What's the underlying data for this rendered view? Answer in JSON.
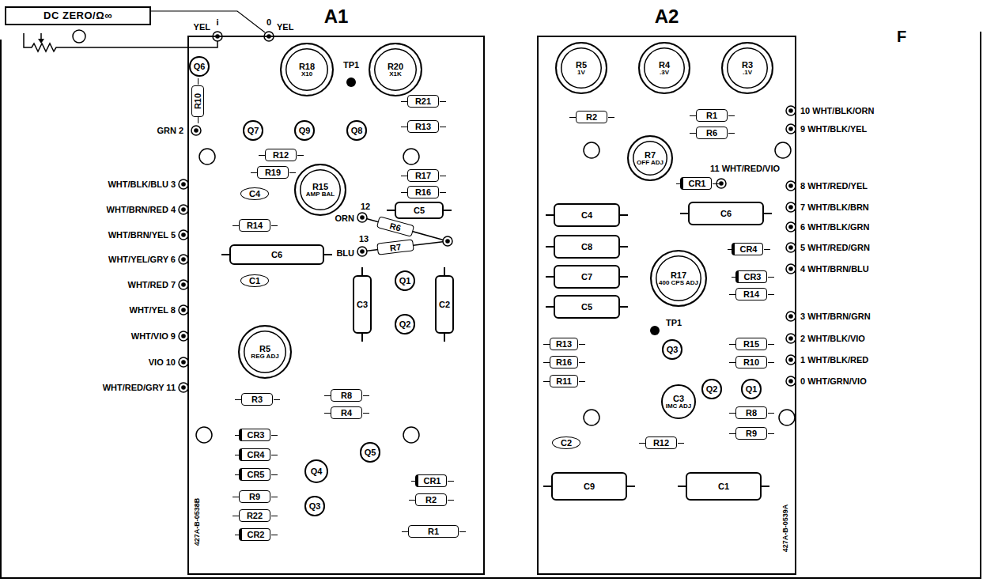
{
  "diagram": {
    "nodes": [
      {
        "text": [
          "DC ZERO/Ω∞"
        ]
      },
      {
        "text": [
          "A1"
        ]
      },
      {
        "text": [
          "Q6"
        ],
        "in": 1
      },
      {
        "text": [
          "R10"
        ],
        "in": 1
      },
      {
        "text": [
          "R18",
          "X10"
        ],
        "in": 1
      },
      {
        "text": [
          "R20",
          "X1K"
        ],
        "in": 1
      },
      {
        "text": [
          "Q7"
        ],
        "in": 1
      },
      {
        "text": [
          "Q9"
        ],
        "in": 1
      },
      {
        "text": [
          "Q8"
        ],
        "in": 1
      },
      {
        "text": [
          "R21"
        ],
        "in": 1
      },
      {
        "text": [
          "R13"
        ],
        "in": 1
      },
      {
        "text": [
          "R12"
        ],
        "in": 1
      },
      {
        "text": [
          "R19"
        ],
        "in": 1
      },
      {
        "text": [
          "C4"
        ],
        "in": 1
      },
      {
        "text": [
          "R15",
          "AMP BAL"
        ],
        "in": 1
      },
      {
        "text": [
          "R17"
        ],
        "in": 1
      },
      {
        "text": [
          "R16"
        ],
        "in": 1
      },
      {
        "text": [
          "C5"
        ],
        "in": 1
      },
      {
        "text": [
          "R14"
        ],
        "in": 1
      },
      {
        "text": [
          "C6"
        ],
        "in": 1
      },
      {
        "text": [
          "R6"
        ],
        "in": 1
      },
      {
        "text": [
          "R7"
        ],
        "in": 1
      },
      {
        "text": [
          "C1"
        ],
        "in": 1
      },
      {
        "text": [
          "C3"
        ],
        "in": 1
      },
      {
        "text": [
          "Q1"
        ],
        "in": 1
      },
      {
        "text": [
          "C2"
        ],
        "in": 1
      },
      {
        "text": [
          "R5",
          "REG ADJ"
        ],
        "in": 1
      },
      {
        "text": [
          "Q2"
        ],
        "in": 1
      },
      {
        "text": [
          "R3"
        ],
        "in": 1
      },
      {
        "text": [
          "R8"
        ],
        "in": 1
      },
      {
        "text": [
          "R4"
        ],
        "in": 1
      },
      {
        "text": [
          "CR3"
        ],
        "in": 1
      },
      {
        "text": [
          "CR4"
        ],
        "in": 1
      },
      {
        "text": [
          "CR5"
        ],
        "in": 1
      },
      {
        "text": [
          "Q4"
        ],
        "in": 1
      },
      {
        "text": [
          "Q5"
        ],
        "in": 1
      },
      {
        "text": [
          "CR1"
        ],
        "in": 1
      },
      {
        "text": [
          "R9"
        ],
        "in": 1
      },
      {
        "text": [
          "R2"
        ],
        "in": 1
      },
      {
        "text": [
          "Q3"
        ],
        "in": 1
      },
      {
        "text": [
          "R22"
        ],
        "in": 1
      },
      {
        "text": [
          "CR2"
        ],
        "in": 1
      },
      {
        "text": [
          "R1"
        ],
        "in": 1
      },
      {
        "text": [
          "A2"
        ]
      },
      {
        "text": [
          "R5",
          "1V"
        ],
        "in": 43
      },
      {
        "text": [
          "R4",
          ".3V"
        ],
        "in": 43
      },
      {
        "text": [
          "R3",
          ".1V"
        ],
        "in": 43
      },
      {
        "text": [
          "R2"
        ],
        "in": 43
      },
      {
        "text": [
          "R1"
        ],
        "in": 43
      },
      {
        "text": [
          "R6"
        ],
        "in": 43
      },
      {
        "text": [
          "R7",
          "OFF ADJ"
        ],
        "in": 43
      },
      {
        "text": [
          "CR1"
        ],
        "in": 43
      },
      {
        "text": [
          "C4"
        ],
        "in": 43
      },
      {
        "text": [
          "C6"
        ],
        "in": 43
      },
      {
        "text": [
          "CR4"
        ],
        "in": 43
      },
      {
        "text": [
          "C8"
        ],
        "in": 43
      },
      {
        "text": [
          "CR3"
        ],
        "in": 43
      },
      {
        "text": [
          "C7"
        ],
        "in": 43
      },
      {
        "text": [
          "R17",
          "400 CPS ADJ"
        ],
        "in": 43
      },
      {
        "text": [
          "R14"
        ],
        "in": 43
      },
      {
        "text": [
          "C5"
        ],
        "in": 43
      },
      {
        "text": [
          "Q3"
        ],
        "in": 43
      },
      {
        "text": [
          "R13"
        ],
        "in": 43
      },
      {
        "text": [
          "R15"
        ],
        "in": 43
      },
      {
        "text": [
          "R16"
        ],
        "in": 43
      },
      {
        "text": [
          "R10"
        ],
        "in": 43
      },
      {
        "text": [
          "R11"
        ],
        "in": 43
      },
      {
        "text": [
          "C3",
          "IMC ADJ"
        ],
        "in": 43
      },
      {
        "text": [
          "Q2"
        ],
        "in": 43
      },
      {
        "text": [
          "Q1"
        ],
        "in": 43
      },
      {
        "text": [
          "R8"
        ],
        "in": 43
      },
      {
        "text": [
          "C2"
        ],
        "in": 43
      },
      {
        "text": [
          "R12"
        ],
        "in": 43
      },
      {
        "text": [
          "R9"
        ],
        "in": 43
      },
      {
        "text": [
          "C9"
        ],
        "in": 43
      },
      {
        "text": [
          "C1"
        ],
        "in": 43
      }
    ],
    "labels": [
      "i",
      "YEL",
      "0",
      "YEL",
      "TP1",
      "GRN 2",
      "WHT/BLK/BLU 3",
      "WHT/BRN/RED 4",
      "WHT/BRN/YEL 5",
      "WHT/YEL/GRY 6",
      "WHT/RED 7",
      "WHT/YEL 8",
      "WHT/VIO 9",
      "VIO 10",
      "WHT/RED/GRY 11",
      "12",
      "ORN",
      "13",
      "BLU",
      "427A-B-0538B",
      "F",
      "10 WHT/BLK/ORN",
      "9 WHT/BLK/YEL",
      "11 WHT/RED/VIO",
      "8 WHT/RED/YEL",
      "7 WHT/BLK/BRN",
      "6 WHT/BLK/GRN",
      "5 WHT/RED/GRN",
      "4 WHT/BRN/BLU",
      "3 WHT/BRN/GRN",
      "2 WHT/BLK/VIO",
      "1 WHT/BLK/RED",
      "0 WHT/GRN/VIO",
      "TP1",
      "427A-B-0539A"
    ]
  }
}
